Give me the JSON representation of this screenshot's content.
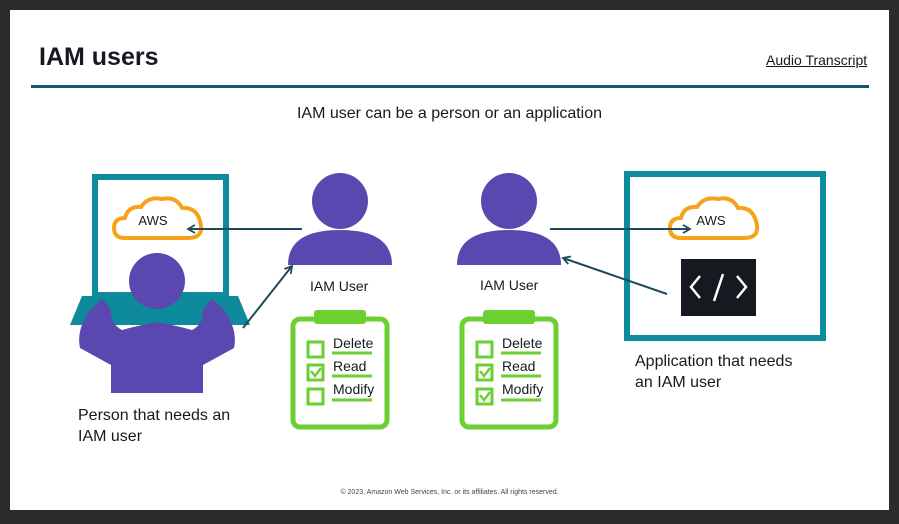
{
  "header": {
    "title": "IAM users",
    "audio_transcript_label": "Audio Transcript"
  },
  "subtitle": "IAM user can be a person or an application",
  "left": {
    "aws_label": "AWS",
    "iam_user_label": "IAM User",
    "caption_line1": "Person that needs an",
    "caption_line2": "IAM user",
    "permissions": [
      "Delete",
      "Read",
      "Modify"
    ],
    "checked": [
      false,
      true,
      false
    ]
  },
  "right": {
    "aws_label": "AWS",
    "iam_user_label": "IAM User",
    "caption_line1": "Application that needs",
    "caption_line2": "an IAM user",
    "code_symbol": "</>",
    "permissions": [
      "Delete",
      "Read",
      "Modify"
    ],
    "checked": [
      false,
      true,
      true
    ]
  },
  "footer": {
    "copyright": "© 2023, Amazon Web Services, Inc. or its affiliates. All rights reserved."
  },
  "colors": {
    "user_purple": "#5a48b0",
    "teal": "#0d8a9c",
    "aws_orange": "#f7a21b",
    "clipboard_green": "#6ccf32",
    "arrow": "#1e4a5a",
    "rule": "#0f5a6e"
  },
  "icons": [
    "laptop-icon",
    "cloud-icon",
    "user-icon",
    "clipboard-icon",
    "code-icon",
    "checkbox-icon"
  ]
}
